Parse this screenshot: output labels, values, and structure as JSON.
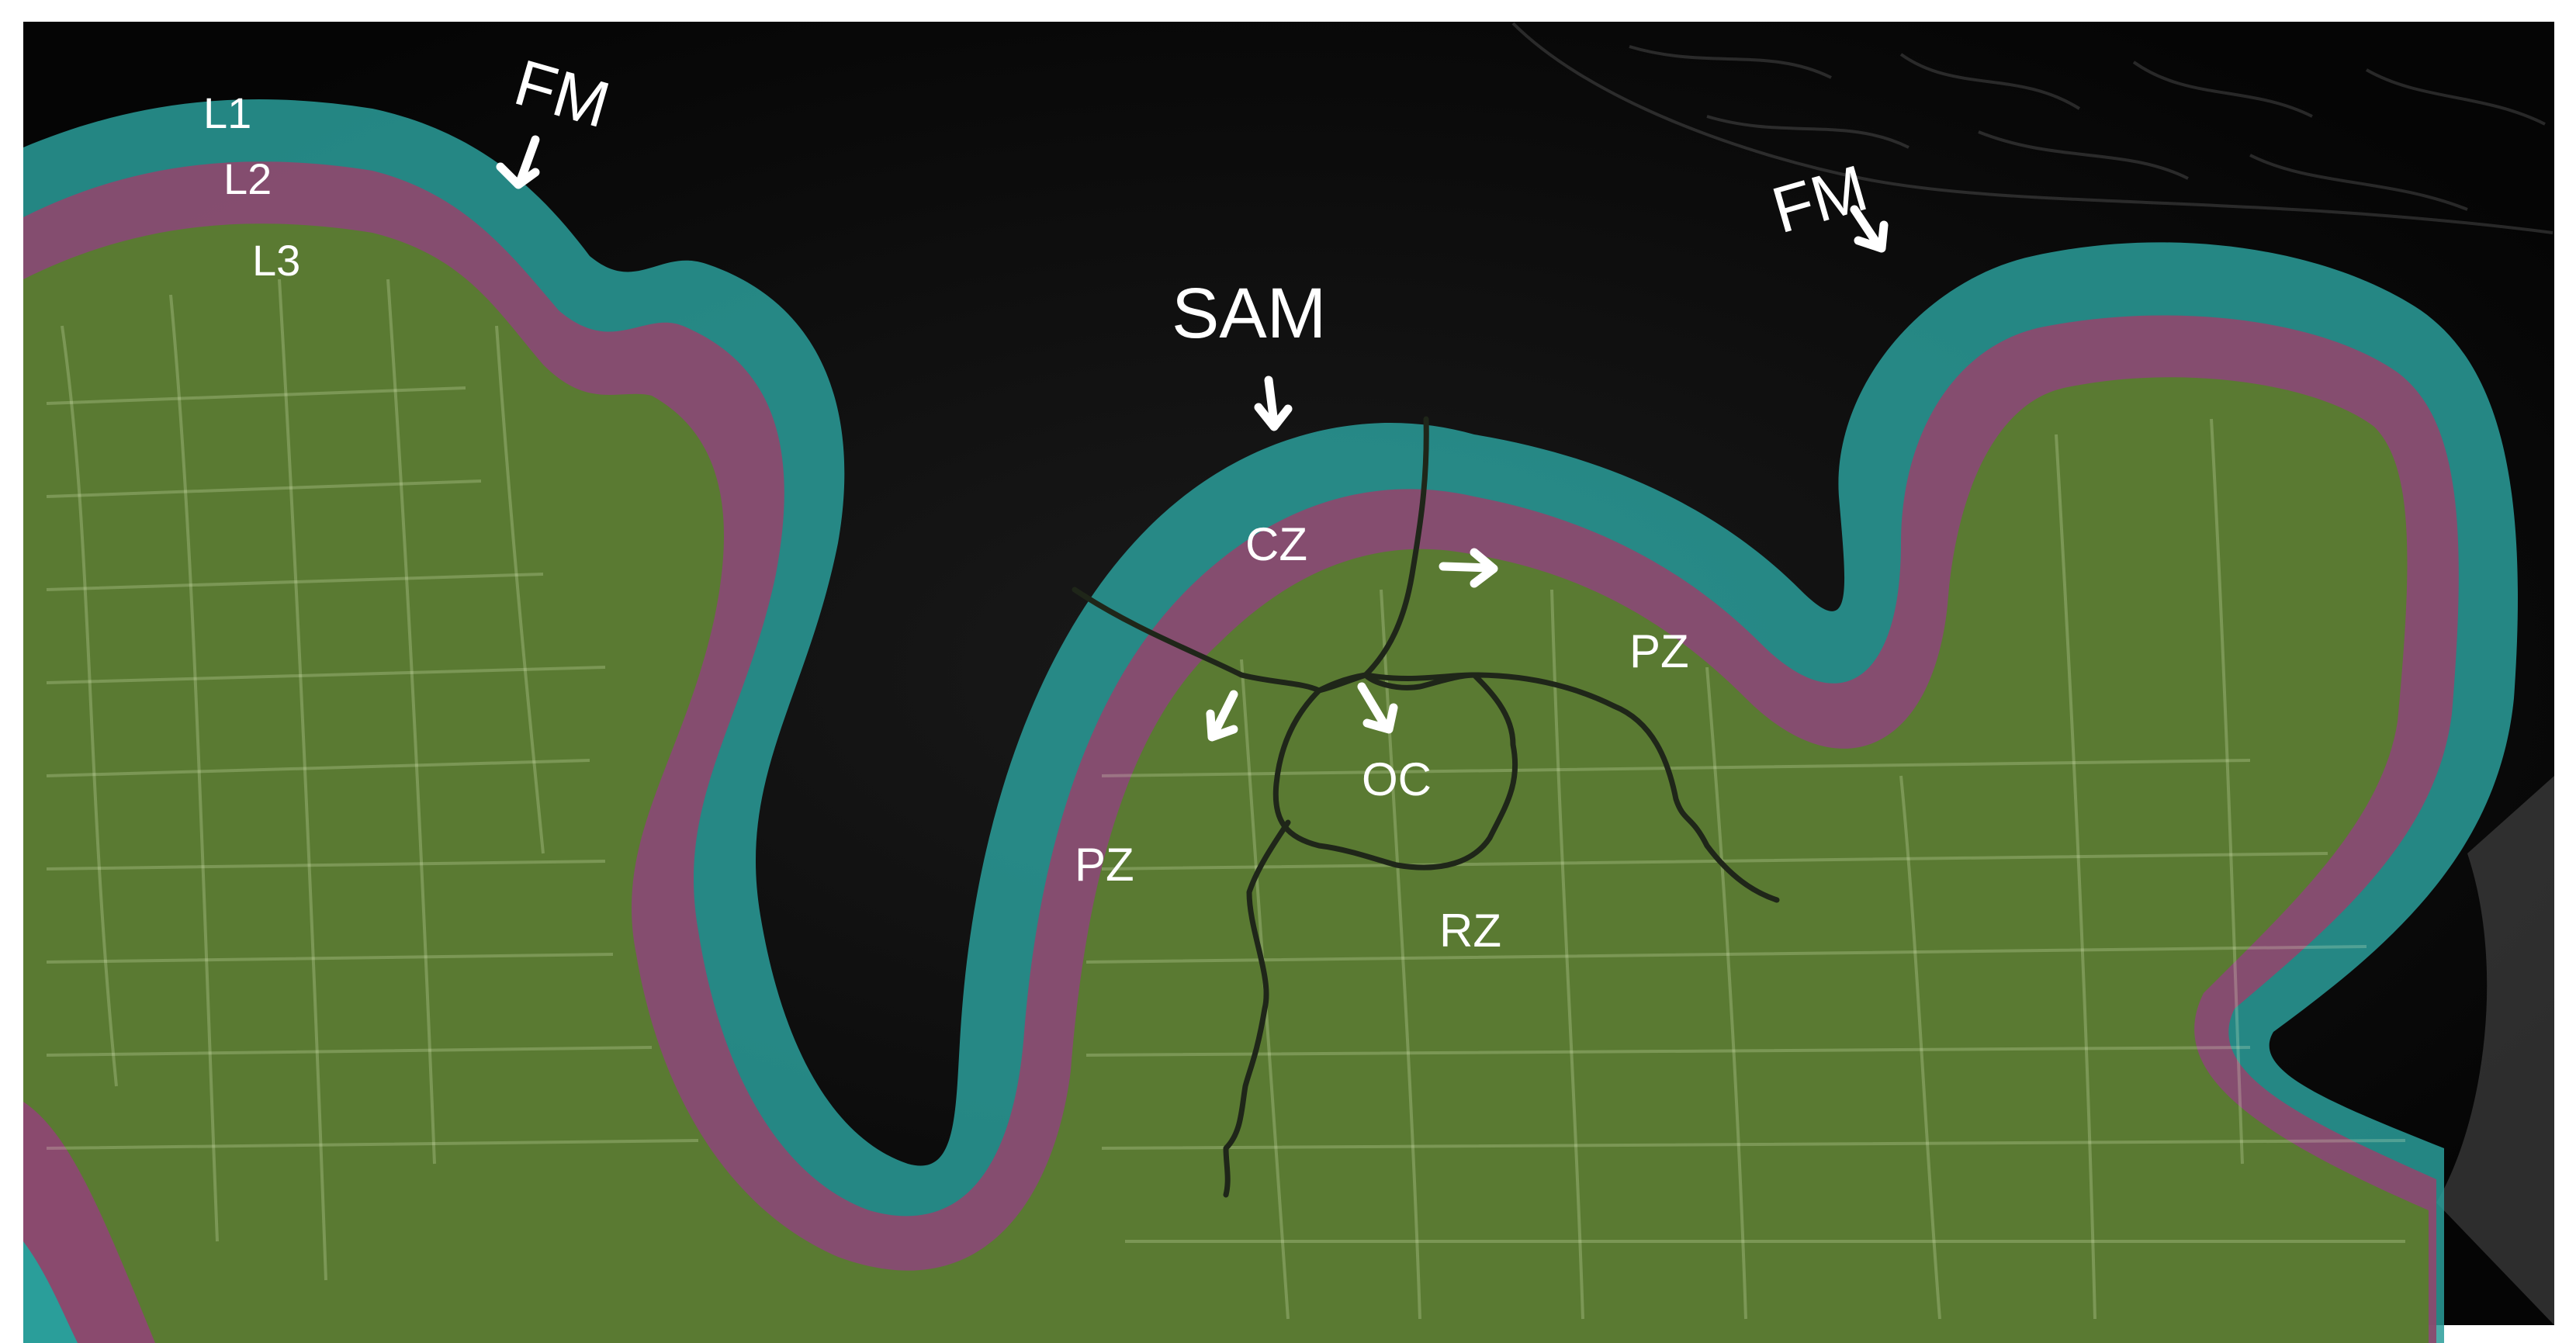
{
  "labels": {
    "l1": "L1",
    "l2": "L2",
    "l3": "L3",
    "fm_left": "FM",
    "fm_right": "FM",
    "sam": "SAM",
    "cz": "CZ",
    "oc": "OC",
    "pz_right": "PZ",
    "pz_left": "PZ",
    "rz": "RZ"
  },
  "colors": {
    "background": "#050505",
    "l1_layer": "#2a9e9a",
    "l2_layer": "#8a4a6e",
    "l3_tissue": "#5a7a32",
    "label": "#ffffff",
    "zone_lines": "#1f2619"
  },
  "icons": [
    "down-arrow-icon",
    "right-arrow-icon",
    "down-left-arrow-icon",
    "down-right-arrow-icon"
  ]
}
